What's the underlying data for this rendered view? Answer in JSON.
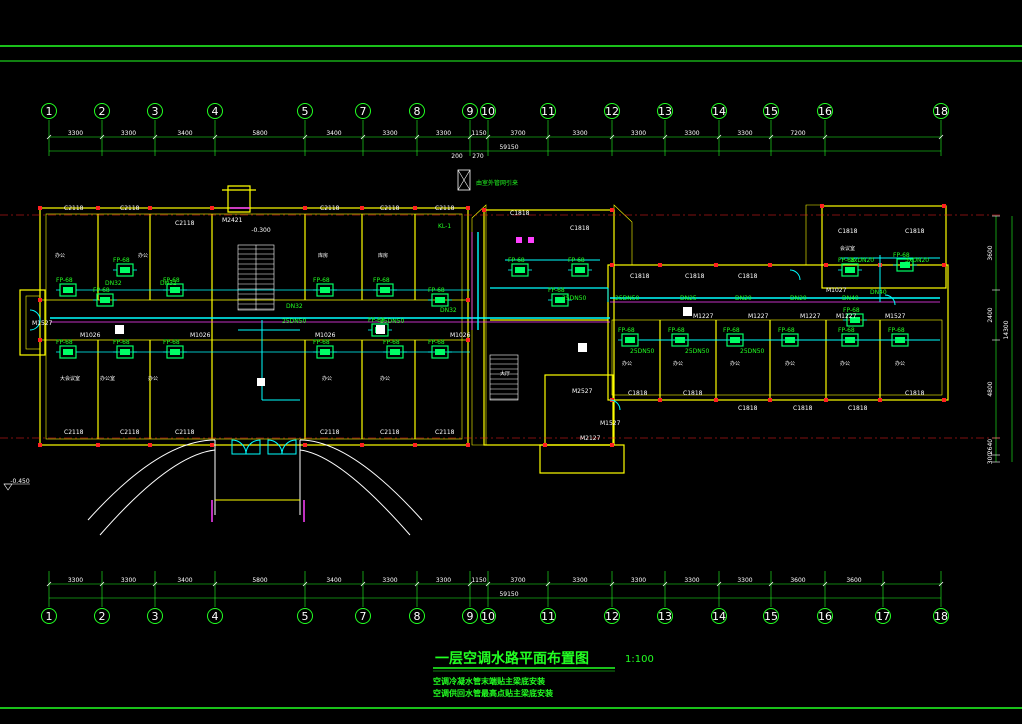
{
  "drawing": {
    "title": "一层空调水路平面布置图",
    "scale": "1:100",
    "notes": [
      "空调冷凝水管末端贴主梁底安装",
      "空调供回水管最高点贴主梁底安装"
    ],
    "colors": {
      "background": "#000000",
      "frame": "#22ff22",
      "wall": "#ffff00",
      "column": "#ff2020",
      "pipe": "#00ffff",
      "equipment": "#00ff66",
      "door": "#ff40ff",
      "text": "#ffffff"
    }
  },
  "axes": {
    "top": [
      "1",
      "2",
      "3",
      "4",
      "5",
      "7",
      "8",
      "9",
      "10",
      "11",
      "12",
      "13",
      "14",
      "15",
      "16",
      "18"
    ],
    "bottom": [
      "1",
      "2",
      "3",
      "4",
      "5",
      "7",
      "8",
      "9",
      "10",
      "11",
      "12",
      "13",
      "14",
      "15",
      "16",
      "17",
      "18"
    ]
  },
  "dimensions": {
    "top": [
      "3300",
      "3300",
      "3400",
      "5800",
      "3400",
      "3300",
      "3300",
      "1150",
      "3700",
      "3300",
      "3300",
      "3300",
      "3300",
      "7200"
    ],
    "top_total": "59150",
    "bottom": [
      "3300",
      "3300",
      "3400",
      "5800",
      "3400",
      "3300",
      "3300",
      "1150",
      "3700",
      "3300",
      "3300",
      "3300",
      "3300",
      "3600",
      "3600"
    ],
    "bottom_total": "59150",
    "right": [
      "3600",
      "2400",
      "4800",
      "2640",
      "300"
    ],
    "right_total": "14300"
  },
  "levels": {
    "exterior": "-0.450",
    "stair": "-0.300"
  },
  "windows": {
    "top_left": [
      "C2118",
      "C2118",
      "C2118",
      "C2118",
      "C2118",
      "C2118"
    ],
    "bottom_left": [
      "C2118",
      "C2118",
      "C2118",
      "C2118",
      "C2118",
      "C2118"
    ],
    "middle": [
      "C1818",
      "C1818",
      "C1818",
      "C1818",
      "C1818",
      "C1818",
      "C1818",
      "C1818",
      "C1818"
    ],
    "right": [
      "C1818",
      "C1818",
      "C1818",
      "C1818"
    ]
  },
  "doors": [
    "M2421",
    "M1527",
    "M1026",
    "M1026",
    "M1026",
    "M1026",
    "M2527",
    "M2127",
    "M1527",
    "M1227",
    "M1227",
    "M1227",
    "M1227",
    "M1027",
    "M1527"
  ],
  "rooms": [
    "办公",
    "办公",
    "库房",
    "库房",
    "办公室",
    "大会议室",
    "办公",
    "办公",
    "办公",
    "大厅",
    "办公",
    "办公",
    "办公",
    "办公",
    "办公",
    "办公",
    "会议室"
  ],
  "pipes": [
    "DN32",
    "DN32",
    "DN32",
    "25DN50",
    "25DN50",
    "25DN50",
    "25DN50",
    "DN25",
    "DN20",
    "DN20",
    "DN40",
    "3xDN20",
    "3xDN20",
    "25DN50",
    "25DN50",
    "25DN50",
    "DN32",
    "DN40"
  ],
  "equipment": {
    "unit_label": "FP-68"
  },
  "riser": {
    "label": "KL-1",
    "note": "由室外管网引来",
    "dims": [
      "200",
      "270"
    ]
  }
}
